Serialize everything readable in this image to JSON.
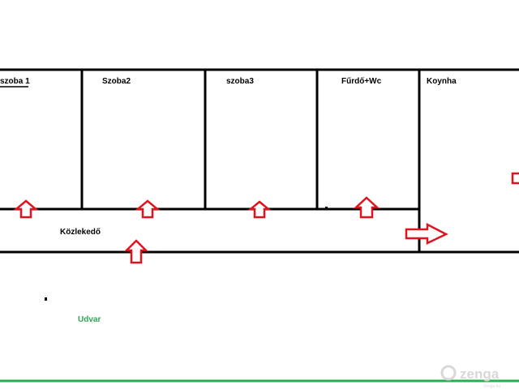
{
  "rooms": {
    "szoba1": "szoba 1",
    "szoba2": "Szoba2",
    "szoba3": "szoba3",
    "furdo": "Fűrdő+Wc",
    "konyha": "Koynha",
    "kozlekedo": "Közlekedő"
  },
  "outside": {
    "udvar": "Udvar"
  },
  "watermark": {
    "brand": "zenga",
    "tagline": "Zenga.hu"
  },
  "colors": {
    "walls": "#000000",
    "door_arrows": "#e0141e",
    "ground_line": "#22b14c",
    "udvar_text": "#2fa84f"
  },
  "icons": {
    "door": "arrow-icon",
    "logo": "zenga-logo-icon"
  }
}
